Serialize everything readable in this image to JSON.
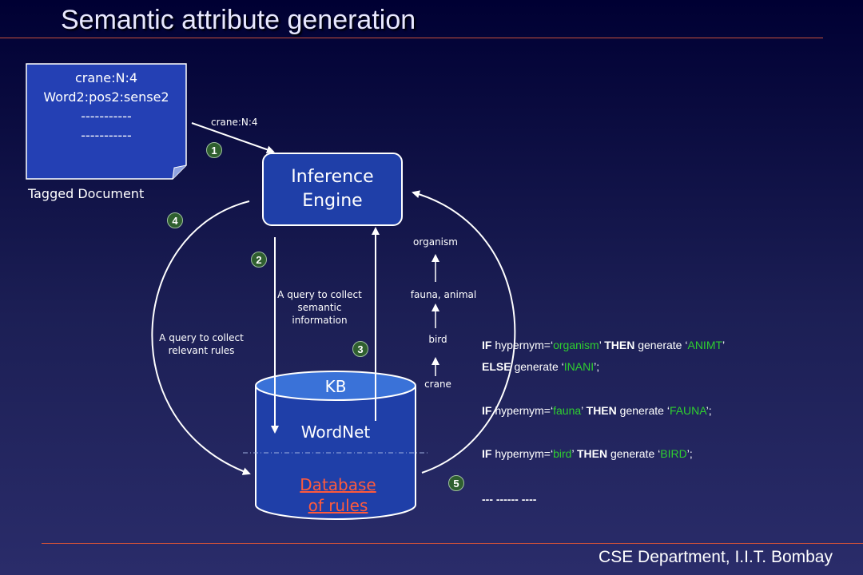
{
  "title": "Semantic attribute generation",
  "footer": "CSE Department, I.I.T. Bombay",
  "document": {
    "lines": [
      "crane:N:4",
      "Word2:pos2:sense2",
      "-----------",
      "-----------"
    ],
    "caption": "Tagged Document"
  },
  "input_label": "crane:N:4",
  "engine": {
    "line1": "Inference",
    "line2": "Engine"
  },
  "kb": {
    "kb_label": "KB",
    "wordnet_label": "WordNet",
    "rules_line1": "Database",
    "rules_line2": "of rules"
  },
  "query_rules": {
    "line1": "A query to collect",
    "line2": "relevant rules"
  },
  "query_semantic": {
    "line1": "A query to collect",
    "line2": "semantic",
    "line3": "information"
  },
  "hierarchy": [
    "organism",
    "fauna, animal",
    "bird",
    "crane"
  ],
  "steps": [
    "1",
    "2",
    "3",
    "4",
    "5"
  ],
  "rules": {
    "r1": {
      "if": "IF",
      "a": " hypernym=‘",
      "v1": "organism",
      "b": "’ ",
      "then": "THEN",
      "c": " generate ‘",
      "v2": "ANIMT",
      "d": "’"
    },
    "r1b": {
      "else": "ELSE",
      "a": " generate ‘",
      "v": "INANI",
      "b": "’;"
    },
    "r2": {
      "if": "IF",
      "a": " hypernym=‘",
      "v1": "fauna",
      "b": "’ ",
      "then": "THEN",
      "c": " generate ‘",
      "v2": "FAUNA",
      "d": "’;"
    },
    "r3": {
      "if": "IF",
      "a": " hypernym=‘",
      "v1": "bird",
      "b": "’ ",
      "then": "THEN",
      "c": " generate ‘",
      "v2": "BIRD",
      "d": "’;"
    },
    "dashes": "--- ------ ----"
  },
  "colors": {
    "accent_line": "#c8503c",
    "box_fill": "#1f3fa8",
    "kb_top": "#3a72d8",
    "rule_value": "#2fcf2f",
    "db_link": "#ff5a3c"
  }
}
